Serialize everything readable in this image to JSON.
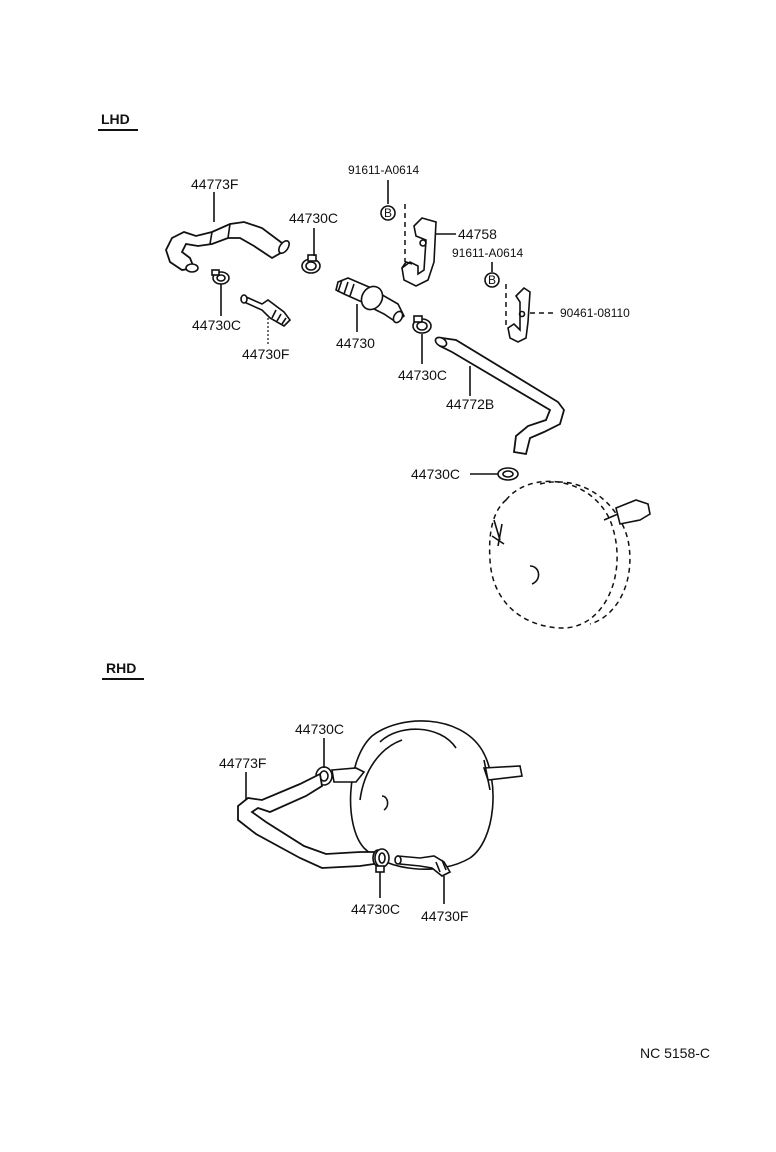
{
  "sections": {
    "lhd": "LHD",
    "rhd": "RHD"
  },
  "lhd_parts": {
    "hose_44773f": "44773F",
    "clamp_top": "44730C",
    "clamp_left": "44730C",
    "fitting_44730f": "44730F",
    "valve_44730": "44730",
    "bolt_upper": "91611-A0614",
    "bracket_44758": "44758",
    "bolt_lower": "91611-A0614",
    "clip_90461": "90461-08110",
    "clamp_mid": "44730C",
    "hose_44772b": "44772B",
    "clamp_booster": "44730C"
  },
  "rhd_parts": {
    "clamp_top": "44730C",
    "hose_44773f": "44773F",
    "clamp_bottom": "44730C",
    "fitting_44730f": "44730F"
  },
  "bolt_marker": "B",
  "ref_code": "NC 5158-C"
}
